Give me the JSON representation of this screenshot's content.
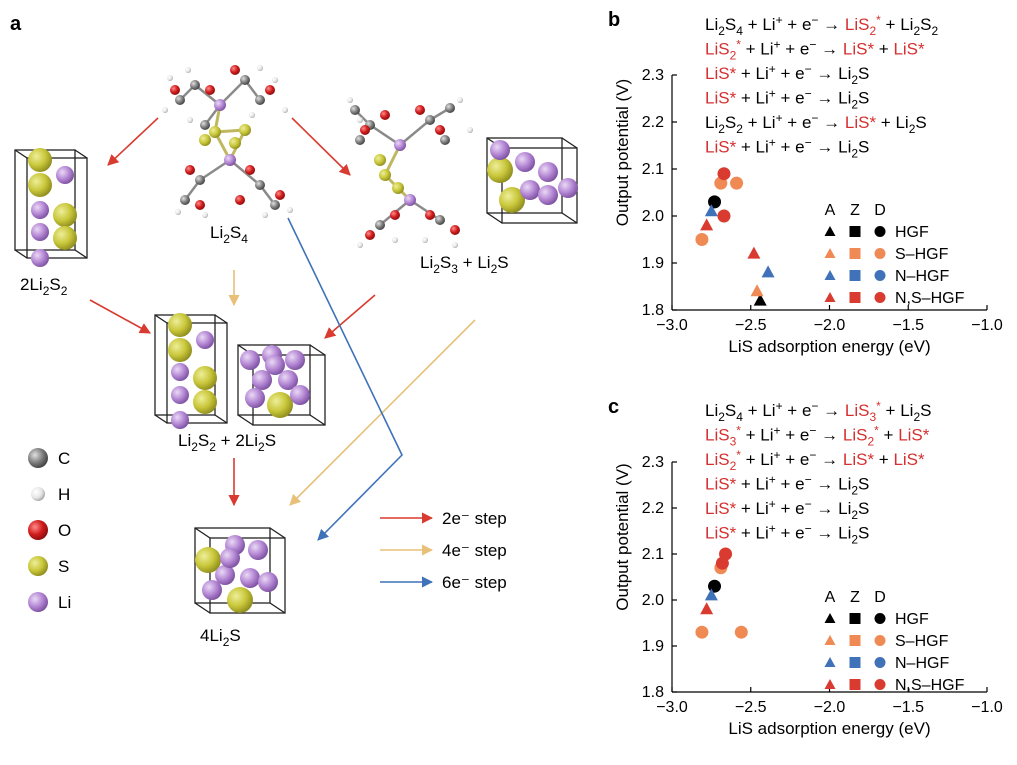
{
  "panels": {
    "a": "a",
    "b": "b",
    "c": "c"
  },
  "panel_a": {
    "top": [
      {
        "t": "Li"
      },
      {
        "s": "2"
      },
      {
        "t": "S"
      },
      {
        "s": "4"
      }
    ],
    "left": [
      {
        "t": "2Li"
      },
      {
        "s": "2"
      },
      {
        "t": "S"
      },
      {
        "s": "2"
      }
    ],
    "right": [
      {
        "t": "Li"
      },
      {
        "s": "2"
      },
      {
        "t": "S"
      },
      {
        "s": "3"
      },
      {
        "t": " + Li"
      },
      {
        "s": "2"
      },
      {
        "t": "S"
      }
    ],
    "mid": [
      {
        "t": "Li"
      },
      {
        "s": "2"
      },
      {
        "t": "S"
      },
      {
        "s": "2"
      },
      {
        "t": " + 2Li"
      },
      {
        "s": "2"
      },
      {
        "t": "S"
      }
    ],
    "bottom": [
      {
        "t": "4Li"
      },
      {
        "s": "2"
      },
      {
        "t": "S"
      }
    ],
    "atom_legend": [
      {
        "label": "C",
        "color": "#7f7f7f"
      },
      {
        "label": "H",
        "color": "#e6e6e6"
      },
      {
        "label": "O",
        "color": "#d01c1c"
      },
      {
        "label": "S",
        "color": "#c9c73a"
      },
      {
        "label": "Li",
        "color": "#b487d4"
      }
    ],
    "step_legend": [
      {
        "label": "2e⁻ step",
        "color": "#d93b30"
      },
      {
        "label": "4e⁻ step",
        "color": "#e8c07a"
      },
      {
        "label": "6e⁻ step",
        "color": "#3f72b8"
      }
    ]
  },
  "equations_b": [
    [
      {
        "t": "Li"
      },
      {
        "s": "2"
      },
      {
        "t": "S"
      },
      {
        "s": "4"
      },
      {
        "t": " + Li"
      },
      {
        "p": "+"
      },
      {
        "t": " + e"
      },
      {
        "p": "−"
      },
      {
        "t": " → "
      },
      {
        "t": "LiS",
        "r": 1
      },
      {
        "s": "2",
        "r": 1
      },
      {
        "p": "*",
        "r": 1
      },
      {
        "t": " + Li"
      },
      {
        "s": "2"
      },
      {
        "t": "S"
      },
      {
        "s": "2"
      }
    ],
    [
      {
        "t": "LiS",
        "r": 1
      },
      {
        "s": "2",
        "r": 1
      },
      {
        "p": "*",
        "r": 1
      },
      {
        "t": " + Li"
      },
      {
        "p": "+"
      },
      {
        "t": " + e"
      },
      {
        "p": "−"
      },
      {
        "t": " → "
      },
      {
        "t": "LiS*",
        "r": 1
      },
      {
        "t": " + "
      },
      {
        "t": "LiS*",
        "r": 1
      }
    ],
    [
      {
        "t": "LiS*",
        "r": 1
      },
      {
        "t": " + Li"
      },
      {
        "p": "+"
      },
      {
        "t": " + e"
      },
      {
        "p": "−"
      },
      {
        "t": " → Li"
      },
      {
        "s": "2"
      },
      {
        "t": "S"
      }
    ],
    [
      {
        "t": "LiS*",
        "r": 1
      },
      {
        "t": " + Li"
      },
      {
        "p": "+"
      },
      {
        "t": " + e"
      },
      {
        "p": "−"
      },
      {
        "t": " → Li"
      },
      {
        "s": "2"
      },
      {
        "t": "S"
      }
    ],
    [
      {
        "t": "Li"
      },
      {
        "s": "2"
      },
      {
        "t": "S"
      },
      {
        "s": "2"
      },
      {
        "t": " + Li"
      },
      {
        "p": "+"
      },
      {
        "t": " + e"
      },
      {
        "p": "−"
      },
      {
        "t": " → "
      },
      {
        "t": "LiS*",
        "r": 1
      },
      {
        "t": " + Li"
      },
      {
        "s": "2"
      },
      {
        "t": "S"
      }
    ],
    [
      {
        "t": "LiS*",
        "r": 1
      },
      {
        "t": " + Li"
      },
      {
        "p": "+"
      },
      {
        "t": " + e"
      },
      {
        "p": "−"
      },
      {
        "t": " → Li"
      },
      {
        "s": "2"
      },
      {
        "t": "S"
      }
    ]
  ],
  "equations_c": [
    [
      {
        "t": "Li"
      },
      {
        "s": "2"
      },
      {
        "t": "S"
      },
      {
        "s": "4"
      },
      {
        "t": " + Li"
      },
      {
        "p": "+"
      },
      {
        "t": " + e"
      },
      {
        "p": "−"
      },
      {
        "t": " → "
      },
      {
        "t": "LiS",
        "r": 1
      },
      {
        "s": "3",
        "r": 1
      },
      {
        "p": "*",
        "r": 1
      },
      {
        "t": " + Li"
      },
      {
        "s": "2"
      },
      {
        "t": "S"
      }
    ],
    [
      {
        "t": "LiS",
        "r": 1
      },
      {
        "s": "3",
        "r": 1
      },
      {
        "p": "*",
        "r": 1
      },
      {
        "t": " + Li"
      },
      {
        "p": "+"
      },
      {
        "t": " + e"
      },
      {
        "p": "−"
      },
      {
        "t": " → "
      },
      {
        "t": "LiS",
        "r": 1
      },
      {
        "s": "2",
        "r": 1
      },
      {
        "p": "*",
        "r": 1
      },
      {
        "t": " + "
      },
      {
        "t": "LiS*",
        "r": 1
      }
    ],
    [
      {
        "t": "LiS",
        "r": 1
      },
      {
        "s": "2",
        "r": 1
      },
      {
        "p": "*",
        "r": 1
      },
      {
        "t": " + Li"
      },
      {
        "p": "+"
      },
      {
        "t": " + e"
      },
      {
        "p": "−"
      },
      {
        "t": " → "
      },
      {
        "t": "LiS*",
        "r": 1
      },
      {
        "t": " + "
      },
      {
        "t": "LiS*",
        "r": 1
      }
    ],
    [
      {
        "t": "LiS*",
        "r": 1
      },
      {
        "t": " + Li"
      },
      {
        "p": "+"
      },
      {
        "t": " + e"
      },
      {
        "p": "−"
      },
      {
        "t": " → Li"
      },
      {
        "s": "2"
      },
      {
        "t": "S"
      }
    ],
    [
      {
        "t": "LiS*",
        "r": 1
      },
      {
        "t": " + Li"
      },
      {
        "p": "+"
      },
      {
        "t": " + e"
      },
      {
        "p": "−"
      },
      {
        "t": " → Li"
      },
      {
        "s": "2"
      },
      {
        "t": "S"
      }
    ],
    [
      {
        "t": "LiS*",
        "r": 1
      },
      {
        "t": " + Li"
      },
      {
        "p": "+"
      },
      {
        "t": " + e"
      },
      {
        "p": "−"
      },
      {
        "t": " → Li"
      },
      {
        "s": "2"
      },
      {
        "t": "S"
      }
    ]
  ],
  "legend": {
    "header": [
      "A",
      "Z",
      "D"
    ],
    "entries": [
      {
        "name": "HGF",
        "color": "#000000"
      },
      {
        "name": "S–HGF",
        "color": "#f08a55"
      },
      {
        "name": "N–HGF",
        "color": "#3f72b8"
      },
      {
        "name": "N,S–HGF",
        "color": "#d93b30"
      }
    ]
  },
  "chart_data": [
    {
      "type": "scatter",
      "panel": "b",
      "xlabel": "LiS adsorption energy (eV)",
      "ylabel": "Output potential (V)",
      "xlim": [
        -3.0,
        -1.0
      ],
      "ylim": [
        1.8,
        2.3
      ],
      "xticks": [
        "−3.0",
        "−2.5",
        "−2.0",
        "−1.5",
        "−1.0"
      ],
      "yticks": [
        "1.8",
        "1.9",
        "2.0",
        "2.1",
        "2.2",
        "2.3"
      ],
      "series": [
        {
          "name": "HGF",
          "color": "#000000",
          "points": [
            {
              "m": "tri",
              "x": -2.44,
              "y": 1.82
            },
            {
              "m": "cir",
              "x": -2.73,
              "y": 2.03
            }
          ]
        },
        {
          "name": "S–HGF",
          "color": "#f08a55",
          "points": [
            {
              "m": "tri",
              "x": -2.46,
              "y": 1.84
            },
            {
              "m": "cir",
              "x": -2.81,
              "y": 1.95
            },
            {
              "m": "cir",
              "x": -2.69,
              "y": 2.07
            },
            {
              "m": "cir",
              "x": -2.59,
              "y": 2.07
            }
          ]
        },
        {
          "name": "N–HGF",
          "color": "#3f72b8",
          "points": [
            {
              "m": "tri",
              "x": -2.75,
              "y": 2.01
            },
            {
              "m": "tri",
              "x": -2.39,
              "y": 1.88
            }
          ]
        },
        {
          "name": "N,S–HGF",
          "color": "#d93b30",
          "points": [
            {
              "m": "tri",
              "x": -2.78,
              "y": 1.98
            },
            {
              "m": "tri",
              "x": -2.48,
              "y": 1.92
            },
            {
              "m": "cir",
              "x": -2.67,
              "y": 2.09
            },
            {
              "m": "cir",
              "x": -2.67,
              "y": 2.0
            }
          ]
        }
      ]
    },
    {
      "type": "scatter",
      "panel": "c",
      "xlabel": "LiS adsorption energy (eV)",
      "ylabel": "Output potential (V)",
      "xlim": [
        -3.0,
        -1.0
      ],
      "ylim": [
        1.8,
        2.3
      ],
      "xticks": [
        "−3.0",
        "−2.5",
        "−2.0",
        "−1.5",
        "−1.0"
      ],
      "yticks": [
        "1.8",
        "1.9",
        "2.0",
        "2.1",
        "2.2",
        "2.3"
      ],
      "series": [
        {
          "name": "HGF",
          "color": "#000000",
          "points": [
            {
              "m": "cir",
              "x": -2.73,
              "y": 2.03
            }
          ]
        },
        {
          "name": "S–HGF",
          "color": "#f08a55",
          "points": [
            {
              "m": "cir",
              "x": -2.81,
              "y": 1.93
            },
            {
              "m": "cir",
              "x": -2.69,
              "y": 2.07
            },
            {
              "m": "cir",
              "x": -2.56,
              "y": 1.93
            }
          ]
        },
        {
          "name": "N–HGF",
          "color": "#3f72b8",
          "points": [
            {
              "m": "tri",
              "x": -2.75,
              "y": 2.01
            }
          ]
        },
        {
          "name": "N,S–HGF",
          "color": "#d93b30",
          "points": [
            {
              "m": "tri",
              "x": -2.78,
              "y": 1.98
            },
            {
              "m": "cir",
              "x": -2.66,
              "y": 2.1
            },
            {
              "m": "cir",
              "x": -2.68,
              "y": 2.08
            }
          ]
        }
      ]
    }
  ]
}
